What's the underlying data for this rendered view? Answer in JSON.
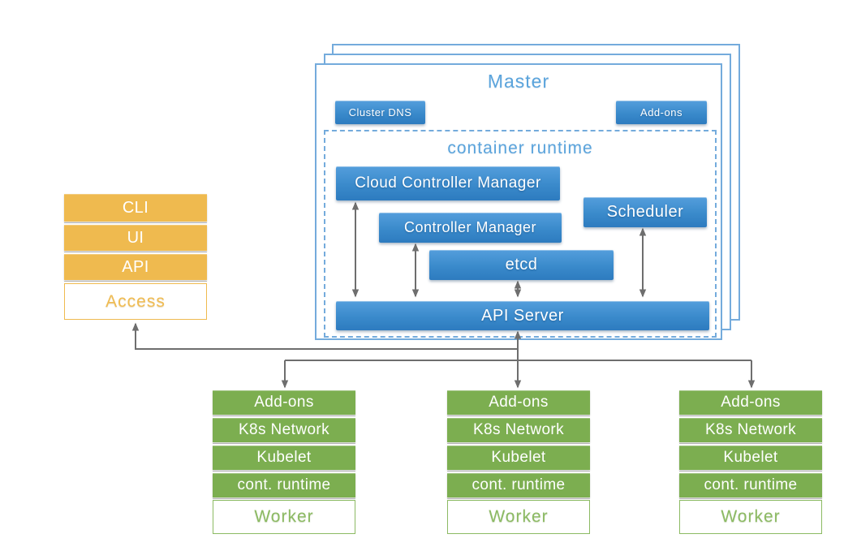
{
  "colors": {
    "blue_top": "#549edc",
    "blue_mid": "#3a8acb",
    "blue_bottom": "#2d7bbf",
    "light_blue_border": "#74abdc",
    "heading_blue": "#5ba4dc",
    "orange": "#efba4f",
    "orange_text": "#f0bc52",
    "green": "#7cae50",
    "green_text": "#8cba63",
    "arrow_gray": "#6e6e6e",
    "separator_gray": "#b3b3b3"
  },
  "master": {
    "title": "Master",
    "cluster_dns": "Cluster DNS",
    "addons": "Add-ons",
    "container_runtime_title": "container runtime",
    "components": {
      "cloud_controller_manager": "Cloud Controller Manager",
      "controller_manager": "Controller Manager",
      "scheduler": "Scheduler",
      "etcd": "etcd",
      "api_server": "API Server"
    }
  },
  "access_stack": {
    "rows": [
      "CLI",
      "UI",
      "API"
    ],
    "base": "Access"
  },
  "workers": [
    {
      "rows": [
        "Add-ons",
        "K8s Network",
        "Kubelet",
        "cont. runtime"
      ],
      "base": "Worker"
    },
    {
      "rows": [
        "Add-ons",
        "K8s Network",
        "Kubelet",
        "cont. runtime"
      ],
      "base": "Worker"
    },
    {
      "rows": [
        "Add-ons",
        "K8s Network",
        "Kubelet",
        "cont. runtime"
      ],
      "base": "Worker"
    }
  ]
}
